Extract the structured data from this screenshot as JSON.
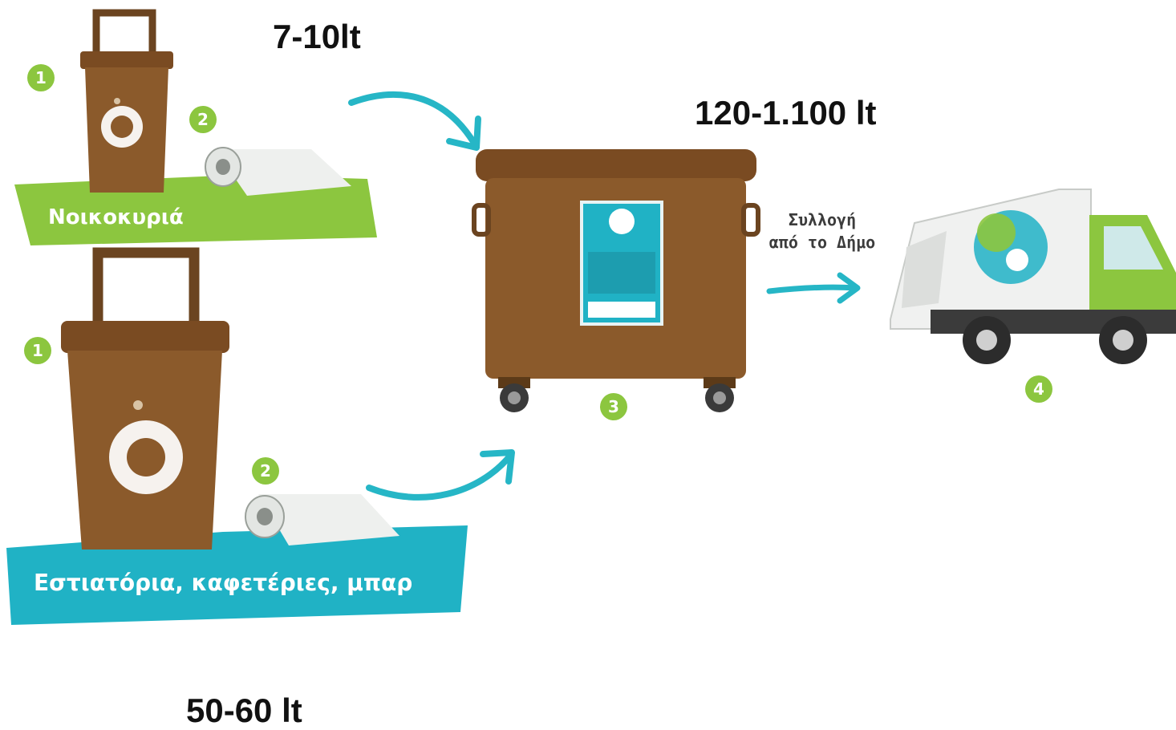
{
  "volumes": {
    "household_bin": "7-10lt",
    "container": "120-1.100 lt",
    "business_bin": "50-60 lt"
  },
  "labels": {
    "households": "Νοικοκυριά",
    "businesses": "Εστιατόρια, καφετέριες, μπαρ",
    "collection_line1": "Συλλογή",
    "collection_line2": "από το Δήμο"
  },
  "steps": {
    "s1a": "1",
    "s2a": "2",
    "s1b": "1",
    "s2b": "2",
    "s3": "3",
    "s4": "4"
  },
  "colors": {
    "bin_brown": "#8b5a2b",
    "green_band": "#8cc63f",
    "teal_band": "#20b2c5",
    "arrow_teal": "#26b6c6",
    "truck_green": "#8cc63f"
  }
}
